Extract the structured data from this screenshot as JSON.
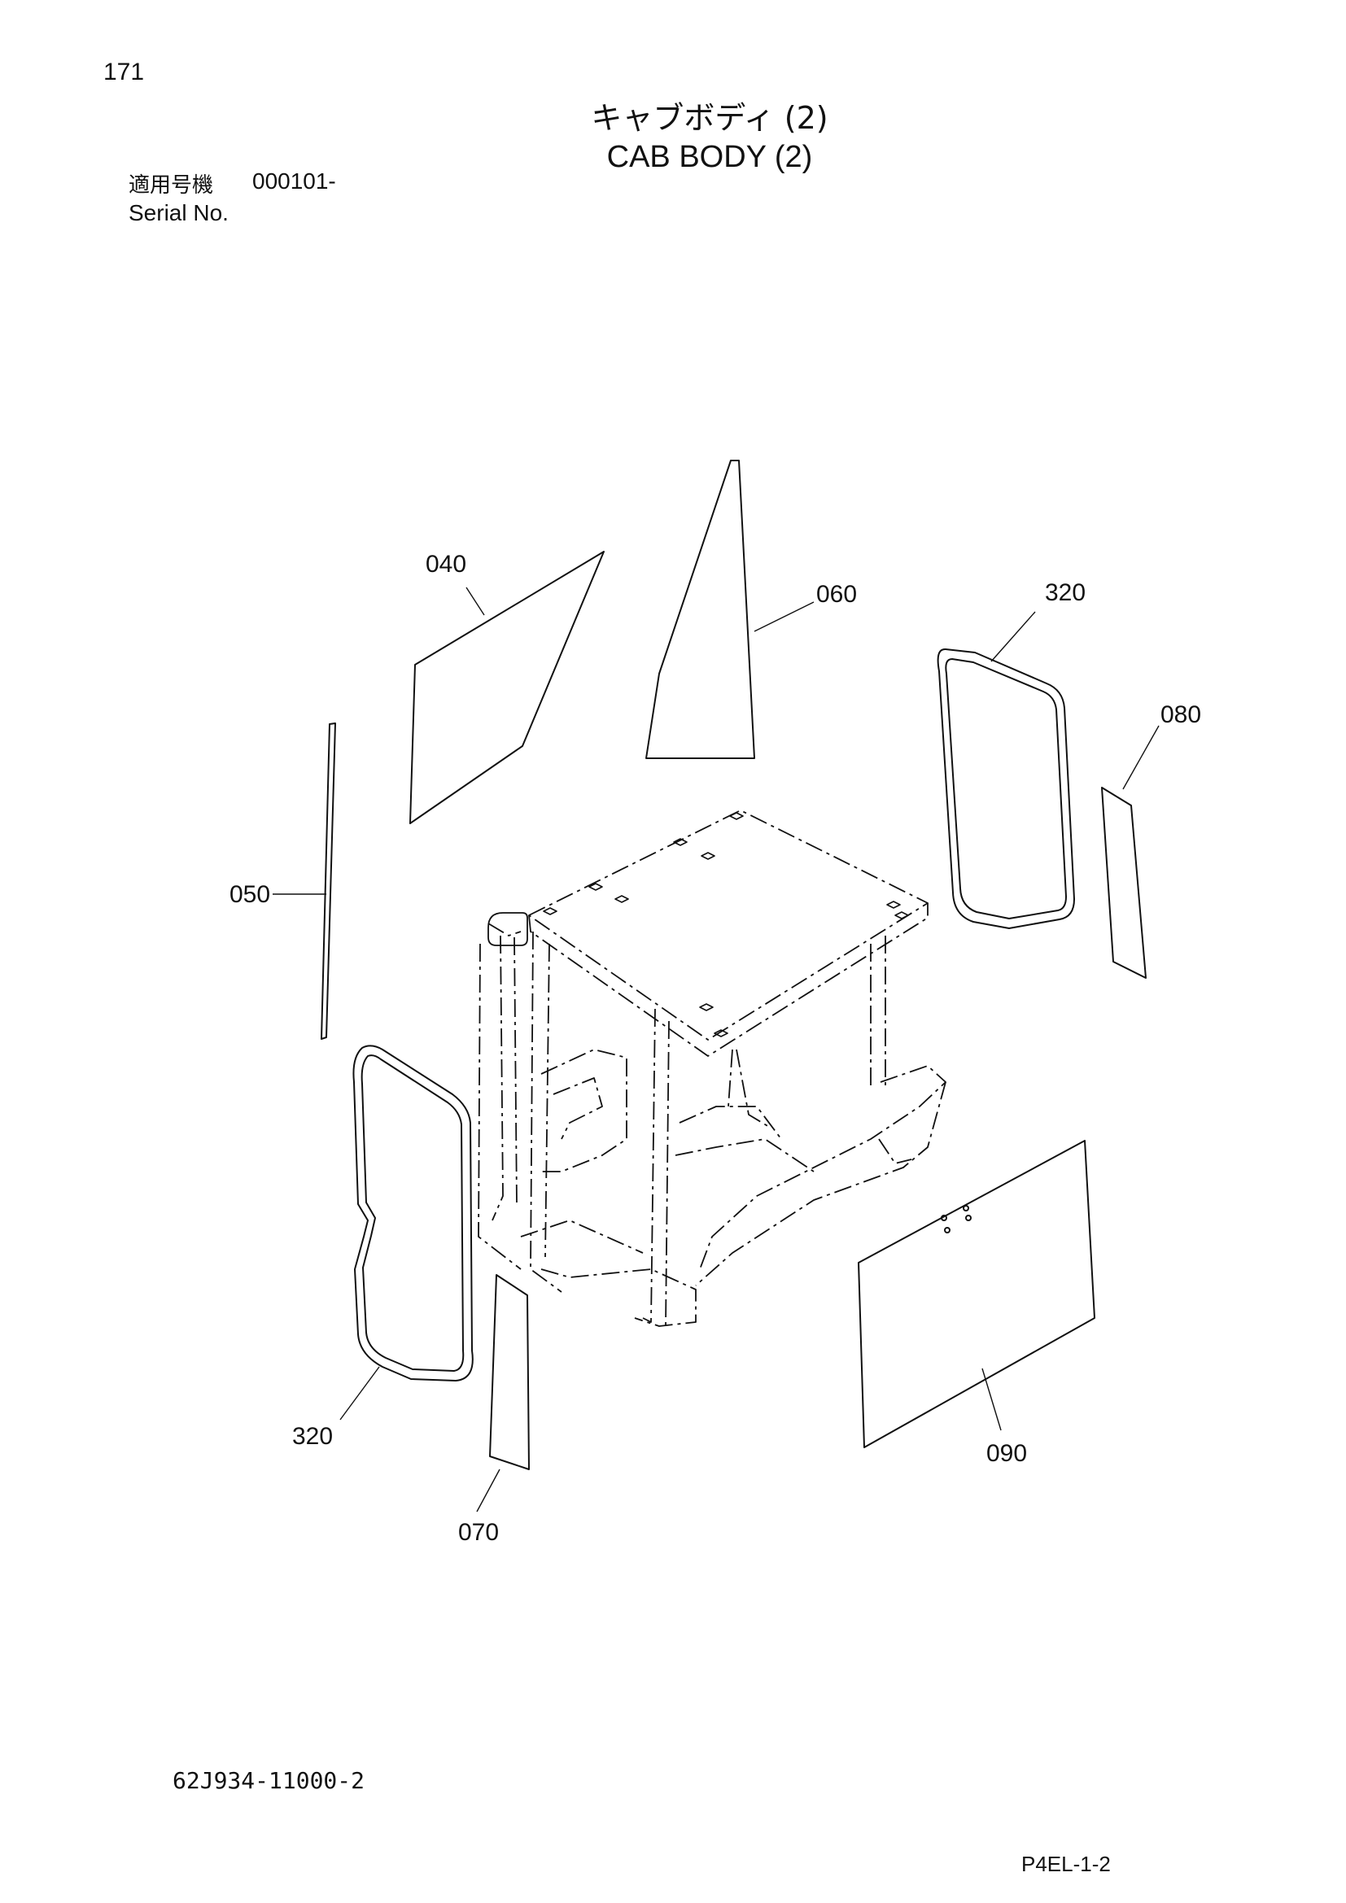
{
  "header": {
    "page_number": "171",
    "title_jp": "キャブボディ (2)",
    "title_en": "CAB BODY (2)",
    "serial_label_jp": "適用号機",
    "serial_value": "000101-",
    "serial_label_en": "Serial No."
  },
  "parts": [
    {
      "id": "040"
    },
    {
      "id": "060"
    },
    {
      "id": "320"
    },
    {
      "id": "080"
    },
    {
      "id": "050"
    },
    {
      "id": "320"
    },
    {
      "id": "070"
    },
    {
      "id": "090"
    }
  ],
  "footer": {
    "doc_number": "62J934-11000-2",
    "page_code": "P4EL-1-2"
  }
}
